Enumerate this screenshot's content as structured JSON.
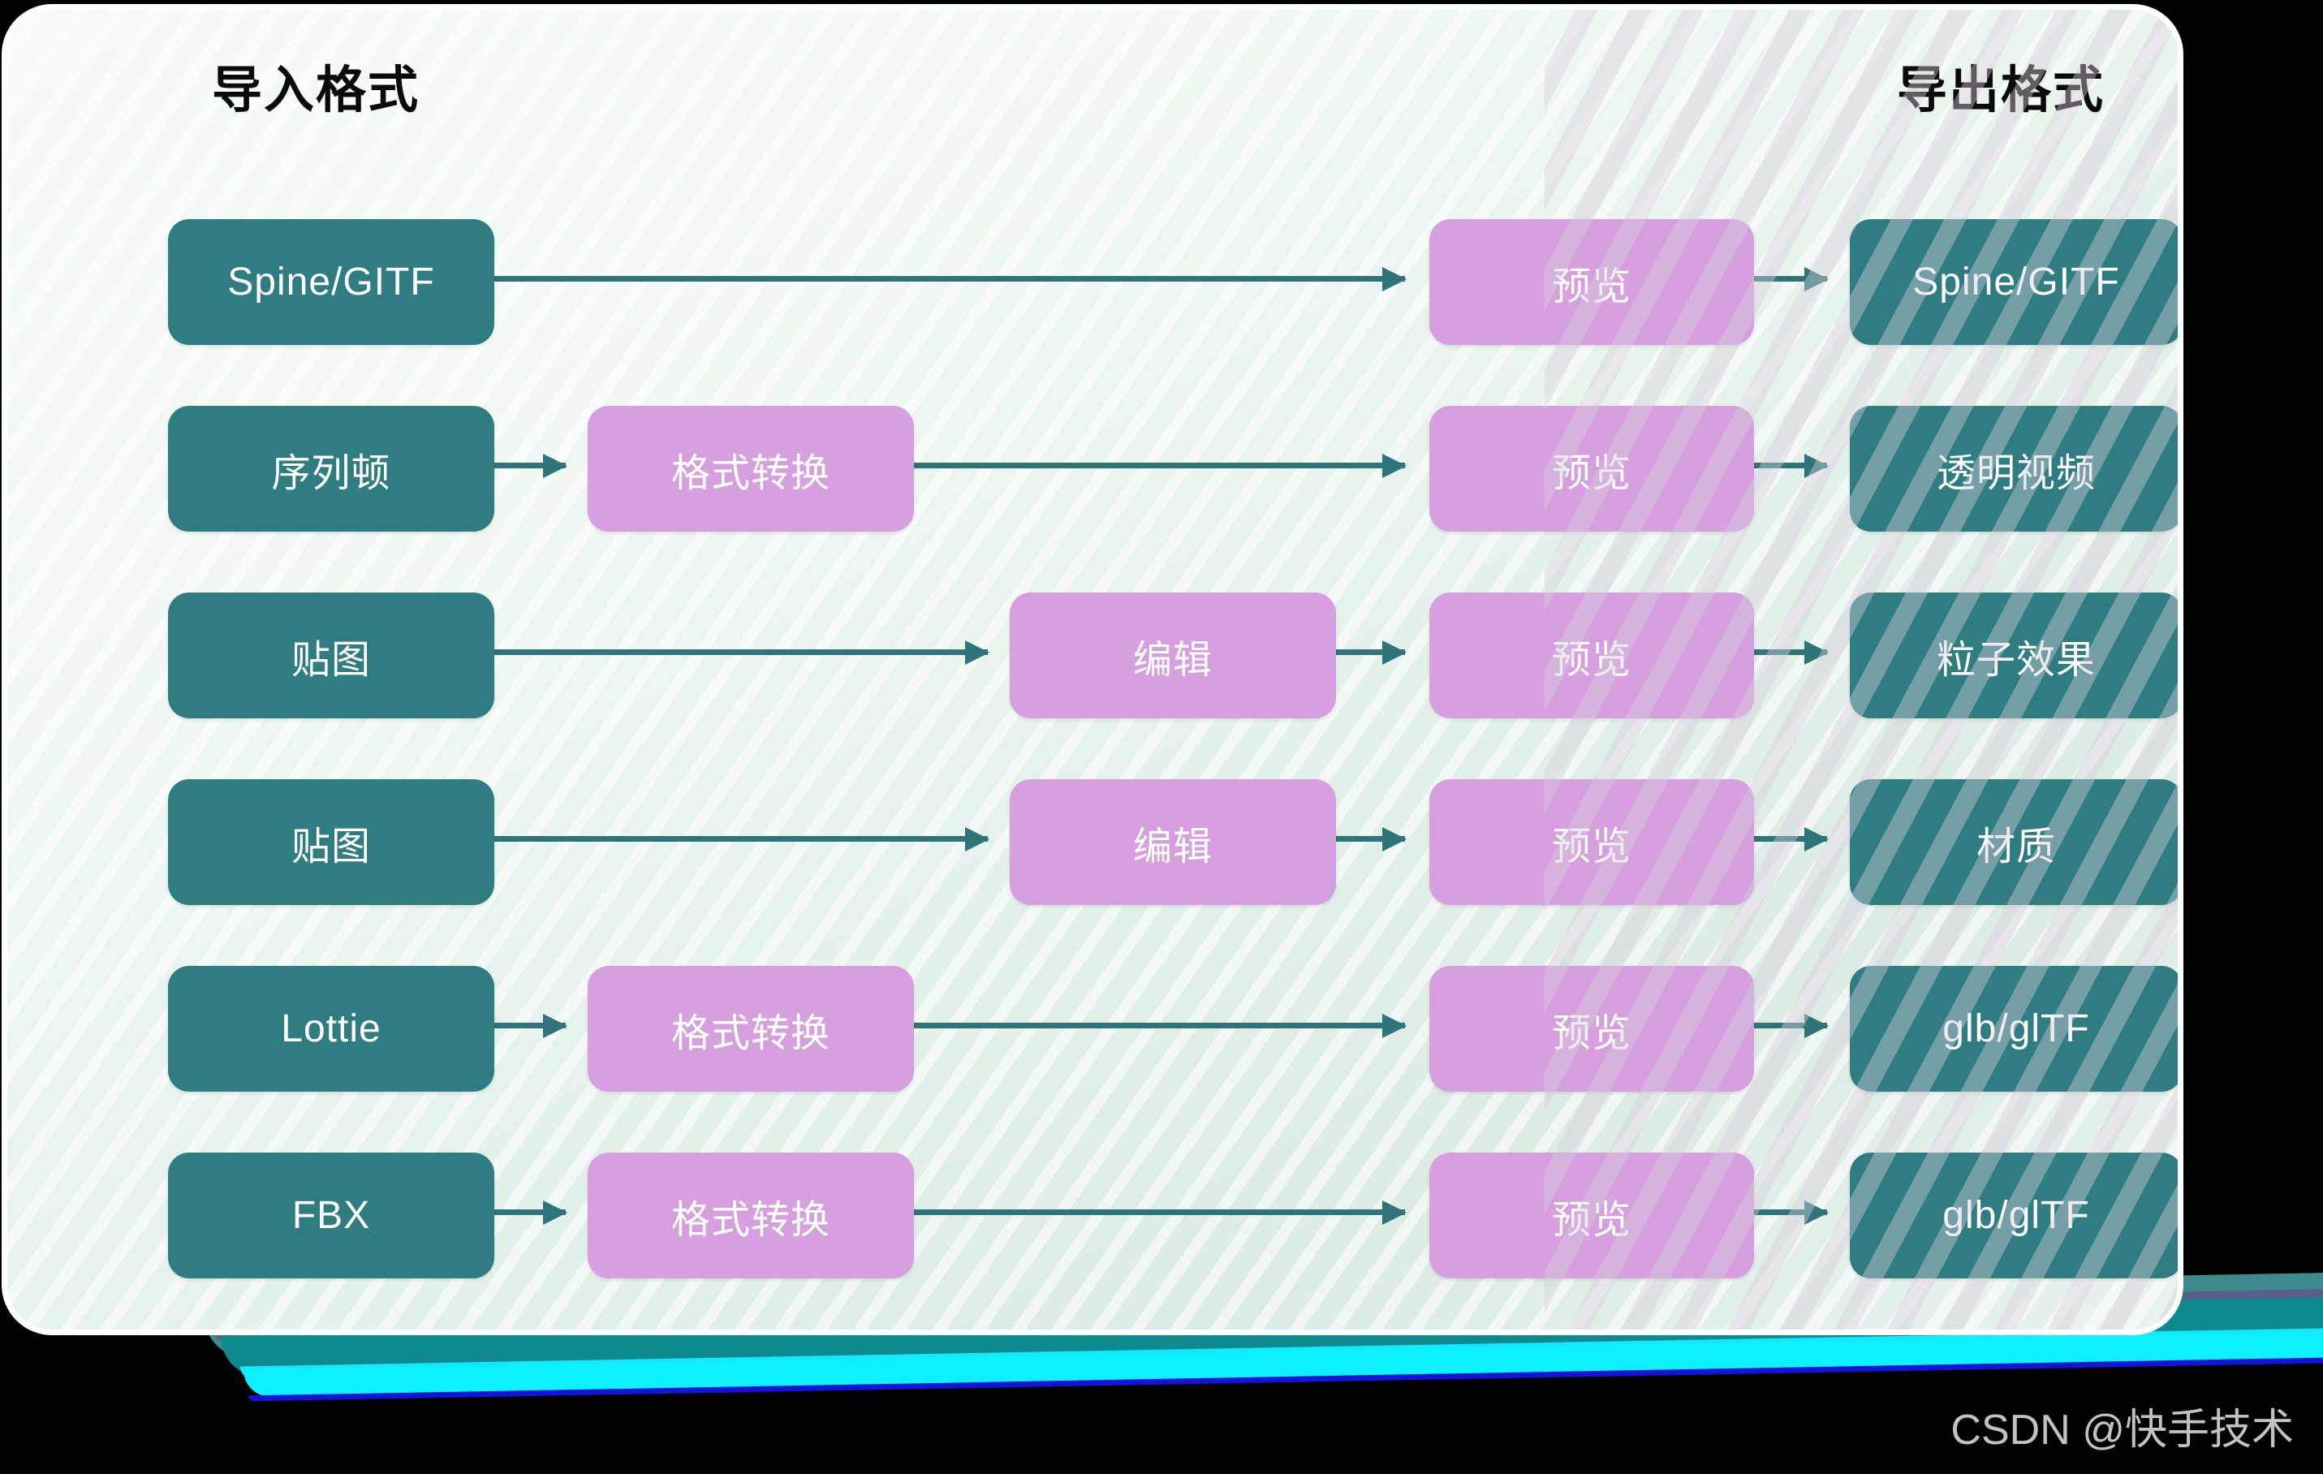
{
  "headers": {
    "import": "导入格式",
    "export": "导出格式"
  },
  "colors": {
    "source_node": "#2f7d80",
    "process_node": "#d69fdd",
    "arrow": "#2e7478",
    "card_background": "#eaf4ee",
    "accent_glow": "#0ff0ff"
  },
  "rows": [
    {
      "input": "Spine/GITF",
      "convert": null,
      "edit": null,
      "preview": "预览",
      "output": "Spine/GITF"
    },
    {
      "input": "序列顿",
      "convert": "格式转换",
      "edit": null,
      "preview": "预览",
      "output": "透明视频"
    },
    {
      "input": "贴图",
      "convert": null,
      "edit": "编辑",
      "preview": "预览",
      "output": "粒子效果"
    },
    {
      "input": "贴图",
      "convert": null,
      "edit": "编辑",
      "preview": "预览",
      "output": "材质"
    },
    {
      "input": "Lottie",
      "convert": "格式转换",
      "edit": null,
      "preview": "预览",
      "output": "glb/glTF"
    },
    {
      "input": "FBX",
      "convert": "格式转换",
      "edit": null,
      "preview": "预览",
      "output": "glb/glTF"
    }
  ],
  "watermark": "CSDN @快手技术"
}
